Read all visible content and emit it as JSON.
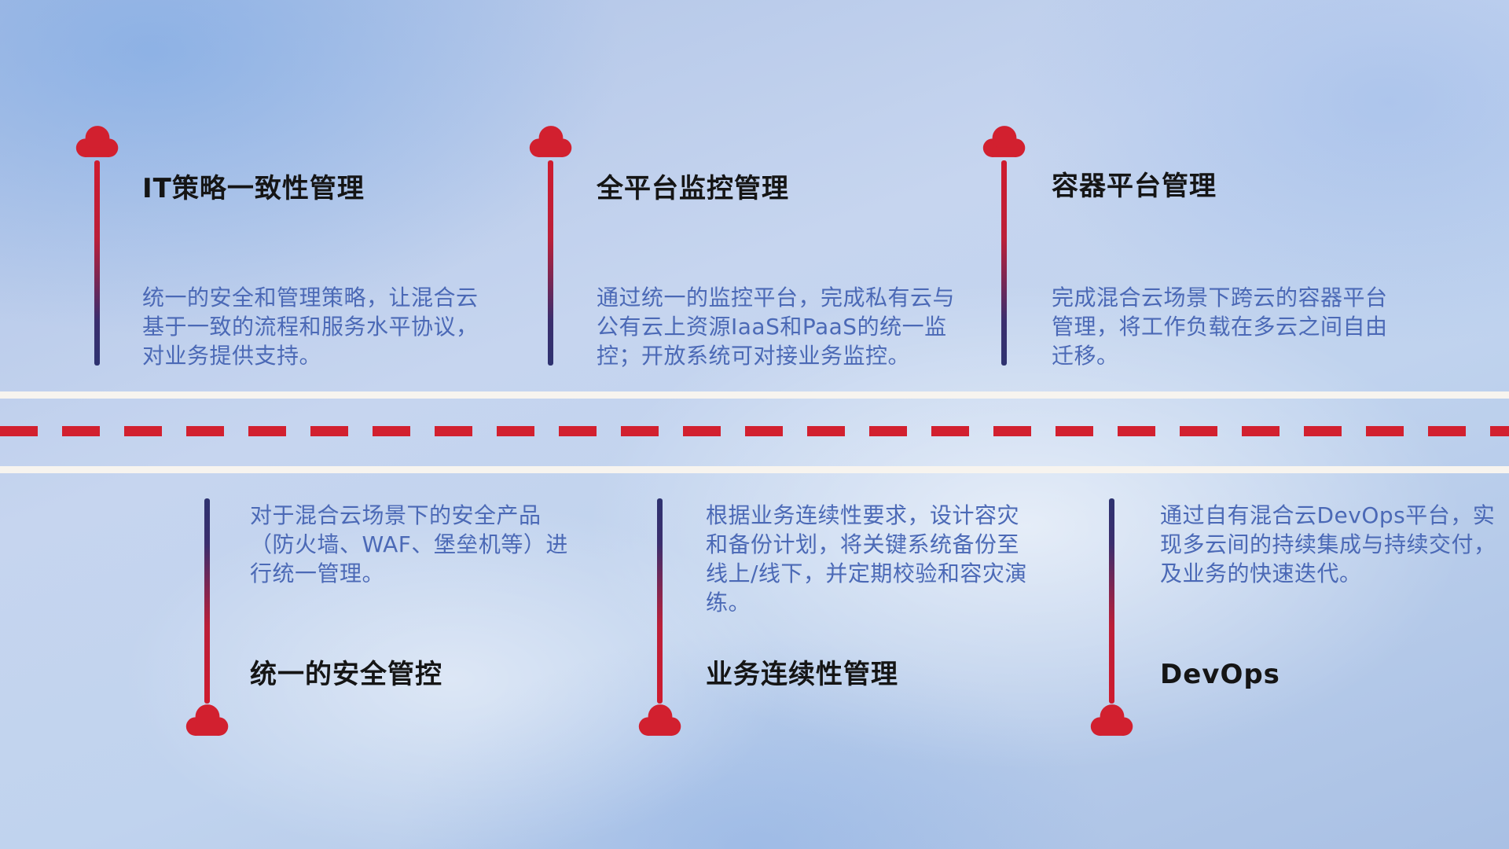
{
  "colors": {
    "accent_red": "#d2202f",
    "stem_navy": "#2e3270",
    "title_text": "#151515",
    "description_text": "#4b69b6",
    "road_line": "#f7f4ef"
  },
  "items": [
    {
      "row": "above-road",
      "icon": "cloud-icon",
      "title": "IT策略一致性管理",
      "description": "统一的安全和管理策略，让混合云基于一致的流程和服务水平协议，对业务提供支持。"
    },
    {
      "row": "above-road",
      "icon": "cloud-icon",
      "title": "全平台监控管理",
      "description": "通过统一的监控平台，完成私有云与公有云上资源IaaS和PaaS的统一监控；开放系统可对接业务监控。"
    },
    {
      "row": "above-road",
      "icon": "cloud-icon",
      "title": "容器平台管理",
      "description": "完成混合云场景下跨云的容器平台管理，将工作负载在多云之间自由迁移。"
    },
    {
      "row": "below-road",
      "icon": "cloud-icon",
      "title": "统一的安全管控",
      "description": "对于混合云场景下的安全产品（防火墙、WAF、堡垒机等）进行统一管理。"
    },
    {
      "row": "below-road",
      "icon": "cloud-icon",
      "title": "业务连续性管理",
      "description": "根据业务连续性要求，设计容灾和备份计划，将关键系统备份至线上/线下，并定期校验和容灾演练。"
    },
    {
      "row": "below-road",
      "icon": "cloud-icon",
      "title": "DevOps",
      "description": "通过自有混合云DevOps平台，实现多云间的持续集成与持续交付，及业务的快速迭代。"
    }
  ]
}
